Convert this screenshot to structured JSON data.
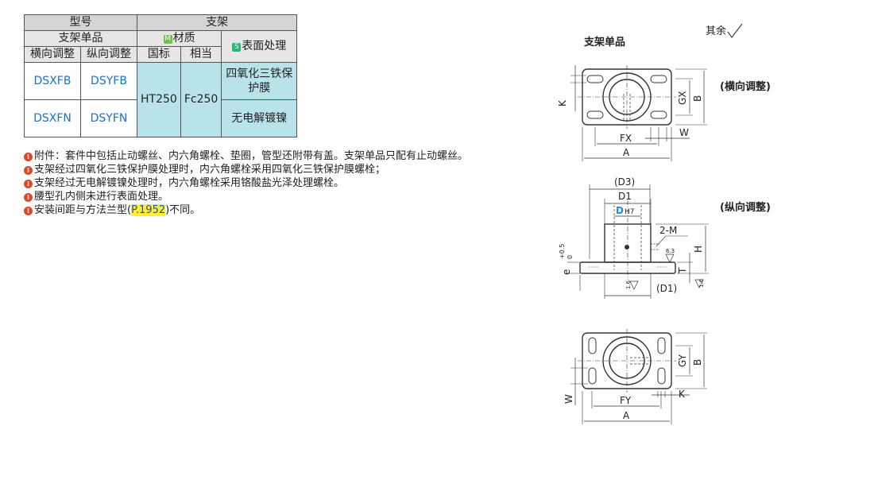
{
  "table": {
    "h_model": "型号",
    "h_bracket": "支架",
    "h_single": "支架单品",
    "h_material": "材质",
    "h_surface": "表面处理",
    "h_horizontal": "横向调整",
    "h_vertical": "纵向调整",
    "h_gb": "国标",
    "h_equiv": "相当",
    "tag_m": "M",
    "tag_s": "S",
    "rows": [
      {
        "h": "DSXFB",
        "v": "DSYFB",
        "surface": "四氧化三铁保护膜"
      },
      {
        "h": "DSXFN",
        "v": "DSYFN",
        "surface": "无电解镀镍"
      }
    ],
    "material_gb": "HT250",
    "material_equiv": "Fc250"
  },
  "notes": [
    "附件：套件中包括止动螺丝、内六角螺栓、垫圈，管型还附带有盖。支架单品只配有止动螺丝。",
    "支架经过四氧化三铁保护膜处理时，内六角螺栓采用四氧化三铁保护膜螺栓；",
    "支架经过无电解镀镍处理时，内六角螺栓采用铬酸盐光泽处理螺栓。",
    "腰型孔内侧未进行表面处理。"
  ],
  "note5": {
    "pre": "安装间距与方法兰型(",
    "link": "P.1952",
    "post": ")不同。"
  },
  "drawing": {
    "roughness": "其余",
    "title": "支架单品",
    "label_h": "(横向调整)",
    "label_v": "(纵向调整)",
    "dims": {
      "K": "K",
      "GX": "GX",
      "B": "B",
      "FX": "FX",
      "A": "A",
      "W": "W",
      "D3": "(D3)",
      "D1": "D1",
      "DH7_D": "D",
      "DH7_H7": "H7",
      "M": "2-M",
      "H": "H",
      "T": "T",
      "D1b": "(D1)",
      "tol_plus": "+0.5",
      "tol_zero": "0",
      "e": "e",
      "r63": "6.3",
      "r16": "1.6",
      "r16b": "1.6",
      "GY": "GY",
      "FY": "FY"
    }
  },
  "colors": {
    "header": "#d4d4d4",
    "subheader": "#e6e6e6",
    "cyan": "#b9e3ea",
    "model": "#1a6fd0",
    "highlight": "#ffee33",
    "note_icon": "#d84a2a"
  }
}
